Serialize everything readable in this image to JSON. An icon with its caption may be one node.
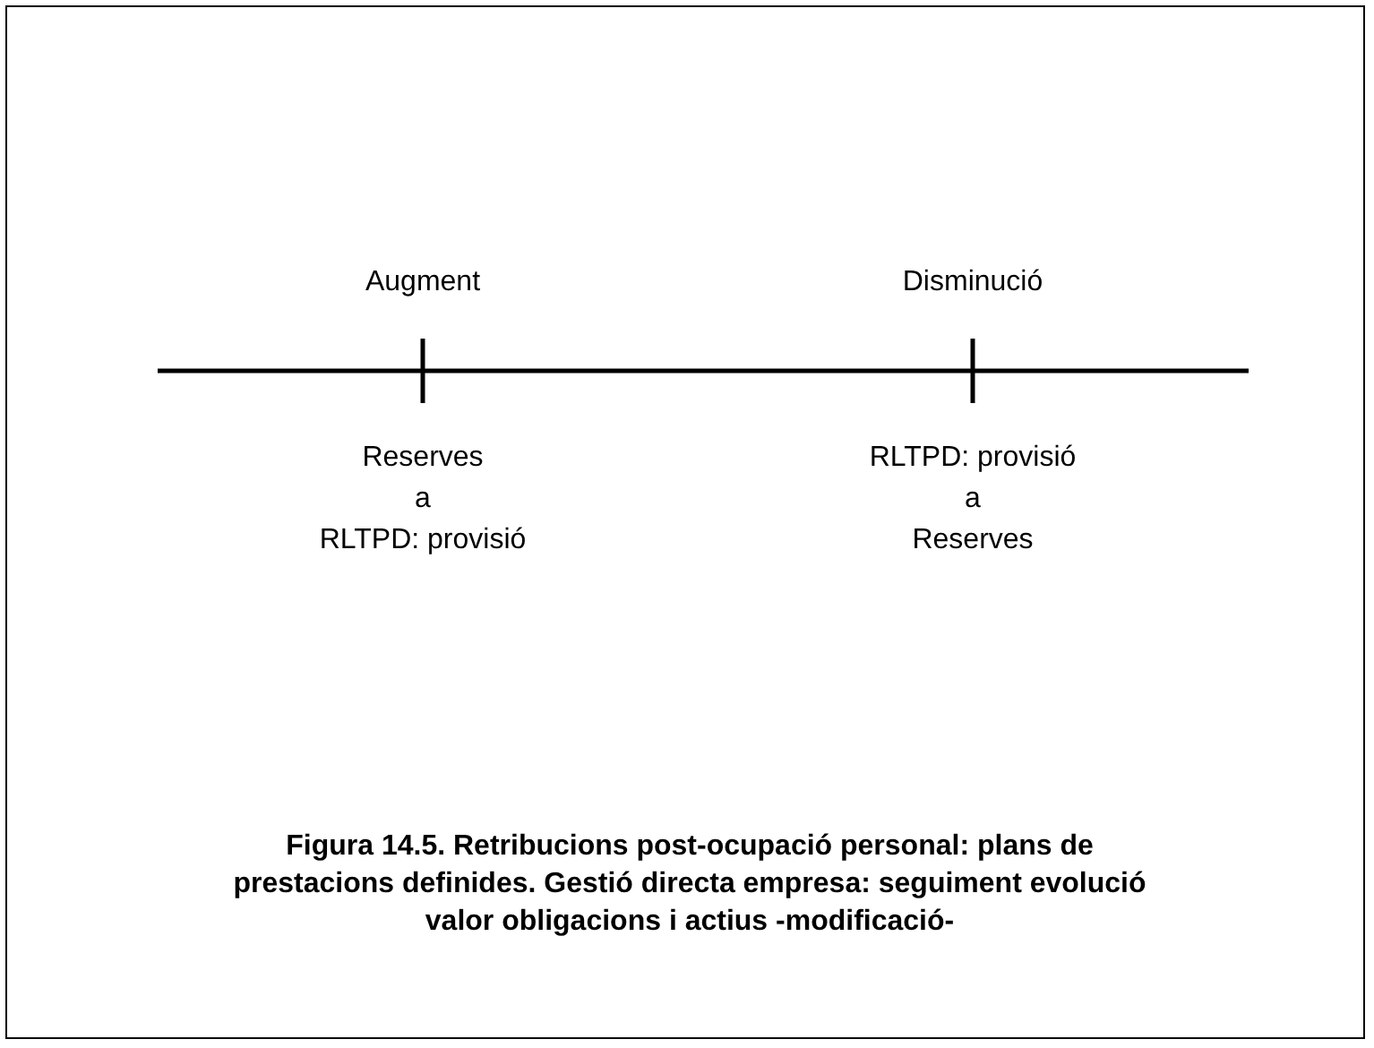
{
  "diagram": {
    "caption": "Figura 14.5. Retribucions post-ocupació personal: plans de prestacions definides. Gestió directa empresa: seguiment evolució valor obligacions i actius -modificació-",
    "labels": [
      "Augment",
      "Disminució",
      "Reserves",
      "RLTPD: provisió",
      "a",
      "a",
      "RLTPD: provisió",
      "Reserves"
    ]
  }
}
